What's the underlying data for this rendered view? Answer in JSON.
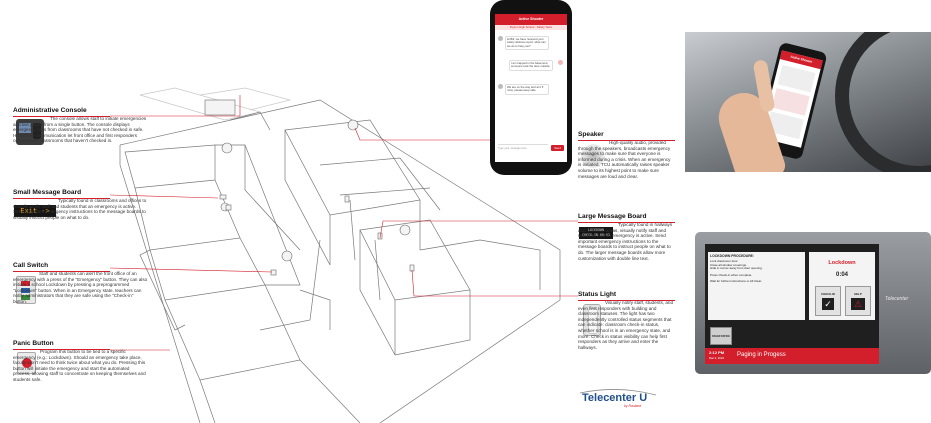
{
  "sections": {
    "admin": {
      "title": "Administrative Console",
      "body": "The console allows staff to initiate emergencies and live pages from a single button. The console displays emergency calls from classrooms that have not checked in safe. Handsfree communication let front office and first responders connect with classrooms that haven't checked in."
    },
    "small_board": {
      "title": "Small Message Board",
      "body": "Typically found in classrooms and offices to visually notify staff and students that an emergency is active. Send important emergency instructions to the message boards to visually instruct people on what to do.",
      "display_text": "Exit ->"
    },
    "call_switch": {
      "title": "Call Switch",
      "body": "Staff and students can alert the front office of an emergency with a press of the \"Emergency\" button. They can also initiate a school Lockdown by pressing a preprogrammed \"Lockdown\" button. When in an Emergency state, teachers can notify administrators that they are safe using the \"Check-in\" button."
    },
    "panic": {
      "title": "Panic Button",
      "body": "Program this button to be tied to a specific emergency (e.g.: Lockdown). Should an emergency take place, faculty won't need to think twice about what you do. Pressing this button will initiate the emergency and start the automated process, allowing staff to concentrate on keeping themselves and students safe."
    },
    "speaker": {
      "title": "Speaker",
      "body": "High-quality audio, provided through the speakers, broadcasts emergency messages to make sure that everyone is informed during a crisis. When an emergency is initiated, TCU automatically raises speaker volume to its highest point to make sure messages are loud and clear."
    },
    "large_board": {
      "title": "Large Message Board",
      "body": "Typically found in hallways and common areas, visually notify staff and students that an emergency is active. Send important emergency instructions to the message boards to instruct people on what to do. The larger message boards allow more customization with double line text.",
      "display_lines": [
        "LOCKDOWN",
        "CHECK-IN 08:03"
      ]
    },
    "status_light": {
      "title": "Status Light",
      "body": "Visually notify staff, students, and even first responders with building and classroom statuses. The light has two independently controlled status segments that can indicate: classroom check-in status, whether school is in an emergency state, and more. Check in status visibility can help first responders as they arrive and enter the hallways."
    }
  },
  "phone": {
    "header": "Active Shooter",
    "subheader": "Peyton High School - Safety Team",
    "messages": [
      "Hi Bill, we have received your safety distress report. what can we do to help you?",
      "I am trapped in the basement, someone took the door outside.",
      "We are on the way and at it 5 mins, please keep safe."
    ],
    "input_placeholder": "Type your message here",
    "send_label": "Send"
  },
  "photo": {
    "header": "Active Shooter"
  },
  "console": {
    "procedure_title": "LOCKDOWN PROCEDURE:",
    "procedure_lines": [
      "Lock classroom door.",
      "Close all window coverings.",
      "Hide in corner away from door opening.",
      "Press Check-in when complete.",
      "Wait for further instructions or All Clear."
    ],
    "status_label": "Lockdown",
    "timer": "0:04",
    "checkin_label": "CHECK-IN",
    "help_label": "HELP",
    "side_button": "PAGER OFFICE",
    "time": "2:12 PM",
    "date": "Mar 4, 2024",
    "footer_text": "Paging in Progess",
    "brand": "Telecenter"
  },
  "logo": {
    "name": "Telecenter U",
    "by": "by Rauland"
  },
  "colors": {
    "accent": "#d21f2b",
    "plan_line": "#6b6b6b",
    "panel_dark": "#2b2b2b"
  }
}
